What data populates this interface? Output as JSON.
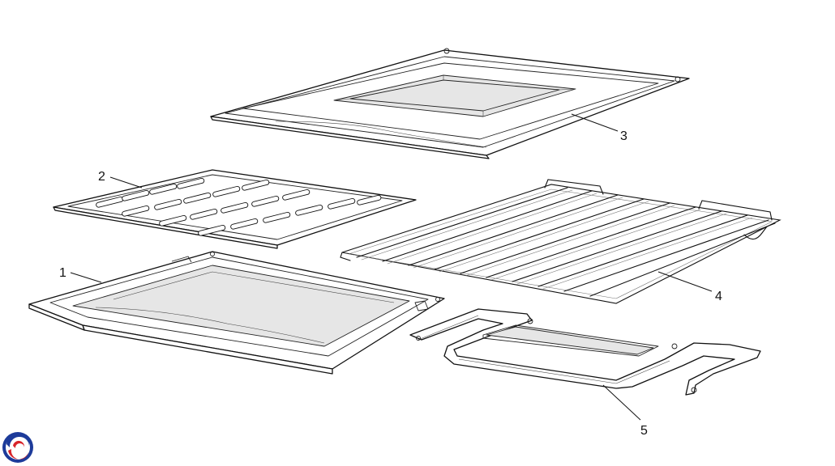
{
  "diagram": {
    "callouts": {
      "part1": "1",
      "part2": "2",
      "part3": "3",
      "part4": "4",
      "part5": "5"
    }
  },
  "logo": {
    "icon": "brand-swirl-icon",
    "colors": {
      "blue": "#1d3b9a",
      "red": "#d8232a"
    }
  }
}
